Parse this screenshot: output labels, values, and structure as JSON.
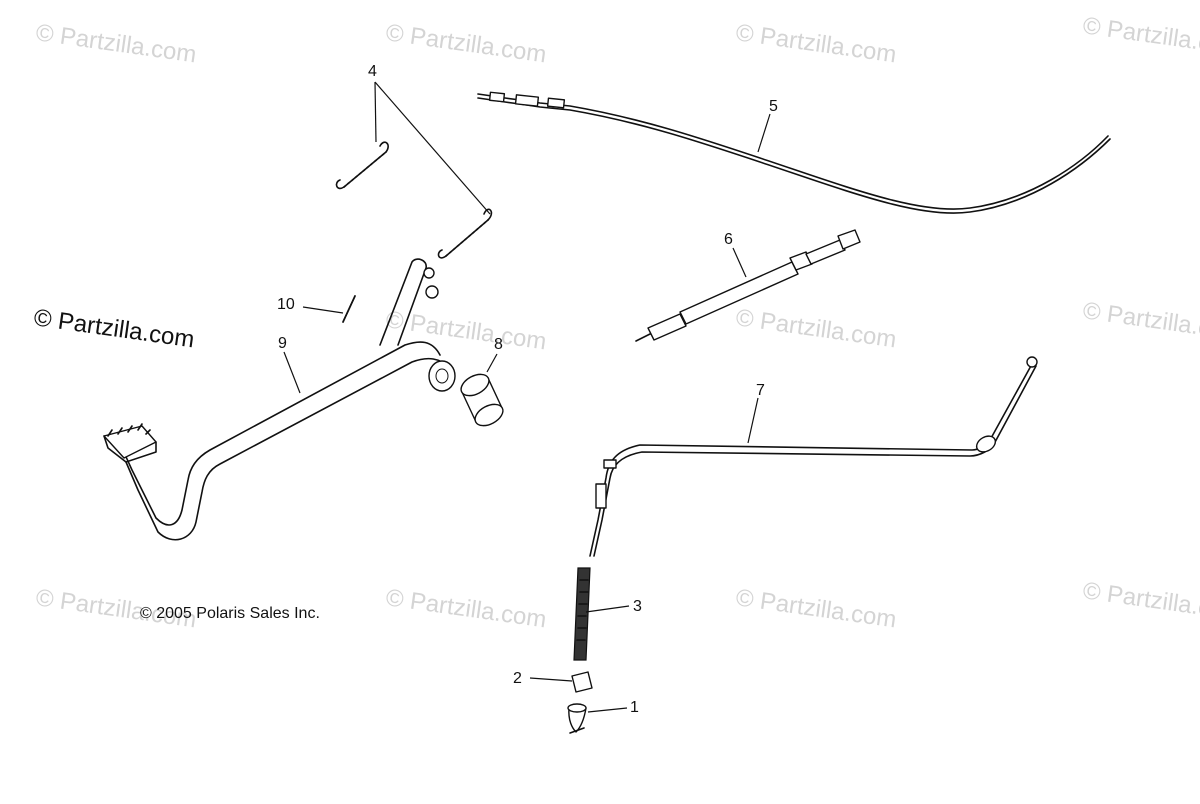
{
  "watermark_text": "© Partzilla.com",
  "copyright": "© 2005 Polaris Sales Inc.",
  "callouts": {
    "c1": "1",
    "c2": "2",
    "c3": "3",
    "c4": "4",
    "c5": "5",
    "c6": "6",
    "c7": "7",
    "c8": "8",
    "c9": "9",
    "c10": "10"
  },
  "colors": {
    "watermark": "#d4d4d4",
    "line": "#111111",
    "background": "#ffffff"
  }
}
